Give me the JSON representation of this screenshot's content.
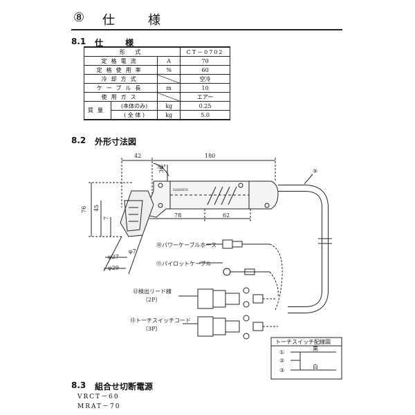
{
  "title": {
    "num": "⑧",
    "text": "仕様"
  },
  "sections": {
    "s1": {
      "num": "8.1",
      "title": "仕 様"
    },
    "s2": {
      "num": "8.2",
      "title": "外形寸法図"
    },
    "s3": {
      "num": "8.3",
      "title": "組合せ切断電源"
    }
  },
  "spec_table": {
    "header": {
      "label": "形 式",
      "value": "CT－0702"
    },
    "rows": [
      {
        "label": "定格電流",
        "unit": "A",
        "value": "70"
      },
      {
        "label": "定格使用率",
        "unit": "%",
        "value": "60"
      },
      {
        "label": "冷却方式",
        "unit": "",
        "value": "空冷"
      },
      {
        "label": "ケーブル長",
        "unit": "m",
        "value": "10"
      },
      {
        "label": "使用ガス",
        "unit": "",
        "value": "エアー"
      }
    ],
    "mass": {
      "label": "質量",
      "rows": [
        {
          "sub": "(本体のみ)",
          "unit": "kg",
          "value": "0.25"
        },
        {
          "sub": "( 全 体 )",
          "unit": "kg",
          "value": "5.0"
        }
      ]
    }
  },
  "drawing": {
    "dims": {
      "d42": "42",
      "d180": "180",
      "d78": "78",
      "d62": "62",
      "d76": "76",
      "d45": "45",
      "d7": "7",
      "angle": "70°",
      "d36": "36",
      "phi7": "φ7",
      "phi27": "φ27",
      "phi29": "φ29"
    },
    "brand": "DAIHEN",
    "callouts": {
      "c9": "⑨",
      "c10": "⑩パワーケーブルホース",
      "c11": "⑪パイロットケーブル",
      "c12a": "⑫検出リード線",
      "c12b": "（2P）",
      "c13a": "⑬トーチスイッチコード",
      "c13b": "（3P）"
    },
    "wiring": {
      "title": "トーチスイッチ配線図",
      "black": "黒",
      "white": "白",
      "pins": [
        "①",
        "②",
        "③"
      ]
    }
  },
  "power_sources": [
    "VRCT－60",
    "MRAT－70"
  ]
}
